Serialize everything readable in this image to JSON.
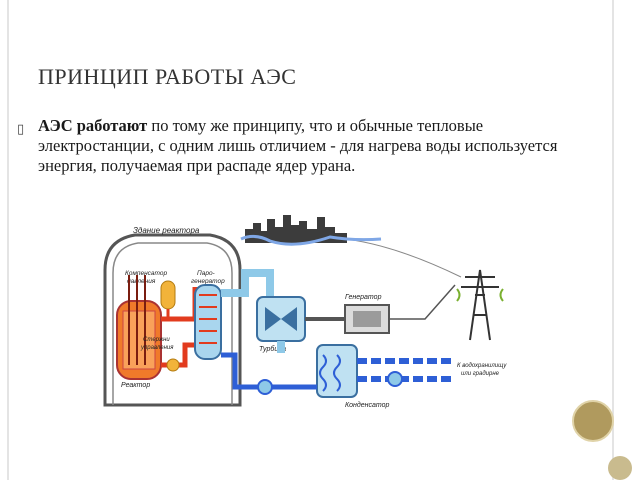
{
  "slide": {
    "title": "ПРИНЦИП РАБОТЫ АЭС",
    "bullet_icon": "bullet-square-icon",
    "text_bold": "АЭС работают",
    "text_rest": " по тому же принципу, что и обычные тепловые электростанции, с одним лишь отличием - для нагрева воды используется энергия, получаемая при распаде ядер урана."
  },
  "diagram": {
    "labels": {
      "reactor_building": "Здание реактора",
      "pressurizer_1": "Компенсатор",
      "pressurizer_2": "давления",
      "steam_gen_1": "Паро-",
      "steam_gen_2": "генератор",
      "control_rods_1": "Стержни",
      "control_rods_2": "управления",
      "reactor": "Реактор",
      "turbine": "Турбина",
      "generator": "Генератор",
      "condenser": "Конденсатор",
      "cooling_1": "К водохранилищу",
      "cooling_2": "или градирне"
    },
    "colors": {
      "hot": "#e23b1e",
      "cold": "#2e5fd6",
      "steam": "#8ec9e8",
      "building": "#555555"
    }
  }
}
